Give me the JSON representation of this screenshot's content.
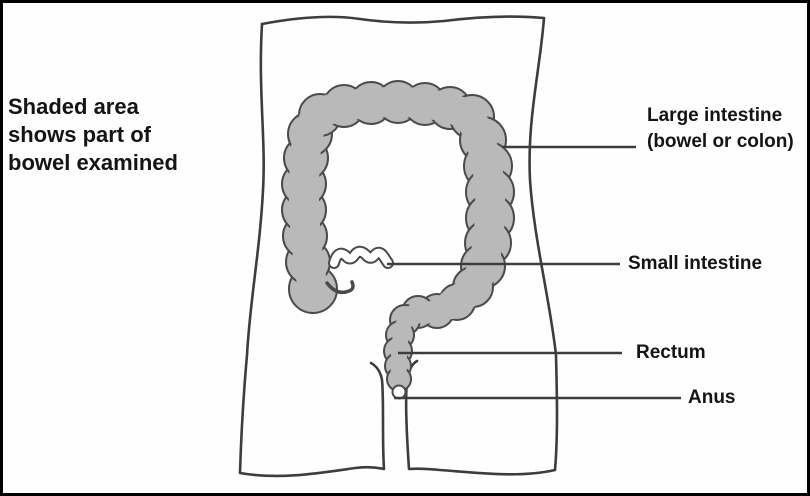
{
  "note": {
    "line1": "Shaded area",
    "line2": "shows part of",
    "line3": "bowel examined"
  },
  "labels": {
    "large_intestine": {
      "line1": "Large intestine",
      "line2": "(bowel or colon)"
    },
    "small_intestine": "Small intestine",
    "rectum": "Rectum",
    "anus": "Anus"
  },
  "colors": {
    "shaded_area_fill": "#b9b9b9",
    "intestine_outline": "#4a4a4a",
    "body_outline": "#3d3d3d",
    "text": "#141414",
    "background": "#ffffff",
    "frame_border": "#000000"
  }
}
